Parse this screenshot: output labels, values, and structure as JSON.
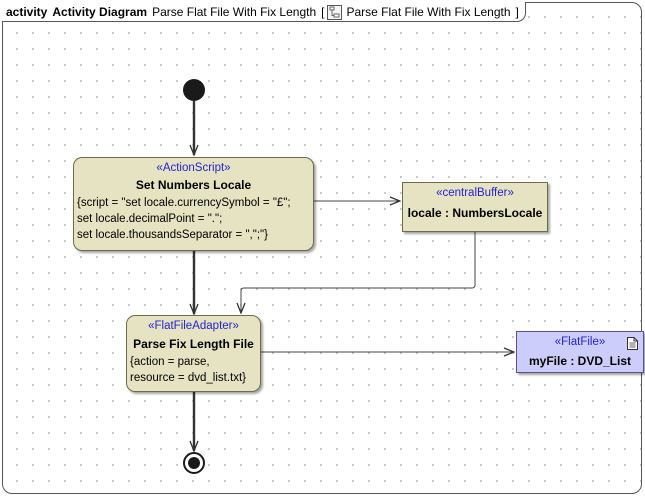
{
  "diagram": {
    "header": {
      "kind": "activity",
      "name": "Activity Diagram",
      "title": "Parse Flat File With Fix Length",
      "open_bracket": "[",
      "reference": "Parse Flat File With Fix Length",
      "close_bracket": "]"
    },
    "nodes": {
      "set_numbers_locale": {
        "stereotype": "«ActionScript»",
        "name": "Set Numbers Locale",
        "spec_lines": [
          "{script = \"set locale.currencySymbol = \"£\";",
          "set locale.decimalPoint = \".\";",
          "set locale.thousandsSeparator = \",\";\"}"
        ]
      },
      "locale_buffer": {
        "stereotype": "«centralBuffer»",
        "name": "locale : NumbersLocale"
      },
      "parse_fix_length_file": {
        "stereotype": "«FlatFileAdapter»",
        "name": "Parse Fix Length File",
        "spec_lines": [
          "{action = parse,",
          "resource = dvd_list.txt}"
        ]
      },
      "my_file": {
        "stereotype": "«FlatFile»",
        "name": "myFile : DVD_List",
        "icon": "document-icon"
      }
    },
    "colors": {
      "action_fill": "#e5e3c2",
      "flatfile_fill": "#cccdfb",
      "stereotype_text": "#2323d0"
    }
  }
}
